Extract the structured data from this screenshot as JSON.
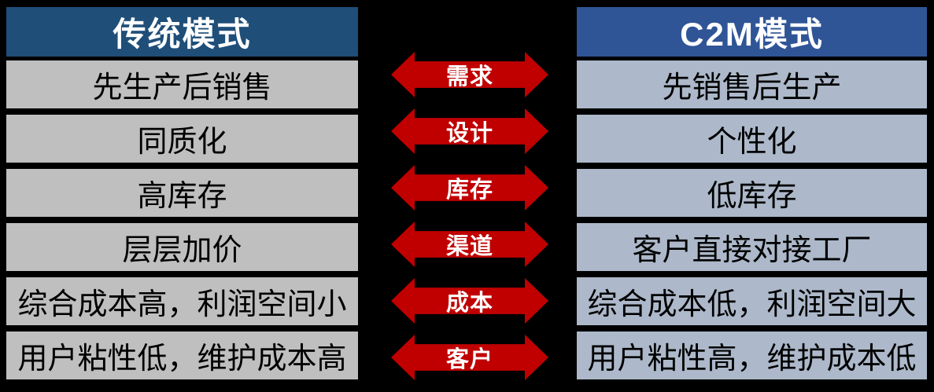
{
  "left": {
    "header": "传统模式",
    "rows": [
      "先生产后销售",
      "同质化",
      "高库存",
      "层层加价",
      "综合成本高，利润空间小",
      "用户粘性低，维护成本高"
    ]
  },
  "right": {
    "header": "C2M模式",
    "rows": [
      "先销售后生产",
      "个性化",
      "低库存",
      "客户直接对接工厂",
      "综合成本低，利润空间大",
      "用户粘性高，维护成本低"
    ]
  },
  "arrows": {
    "labels": [
      "需求",
      "设计",
      "库存",
      "渠道",
      "成本",
      "客户"
    ]
  },
  "colors": {
    "background": "#000000",
    "left_header_bg": "#1F4E79",
    "right_header_bg": "#2F5597",
    "left_row_bg": "#BFBFBF",
    "right_row_bg": "#ADB9CA",
    "arrow": "#C00000",
    "header_text": "#FFFFFF",
    "row_text": "#000000",
    "arrow_text": "#FFFFFF"
  }
}
